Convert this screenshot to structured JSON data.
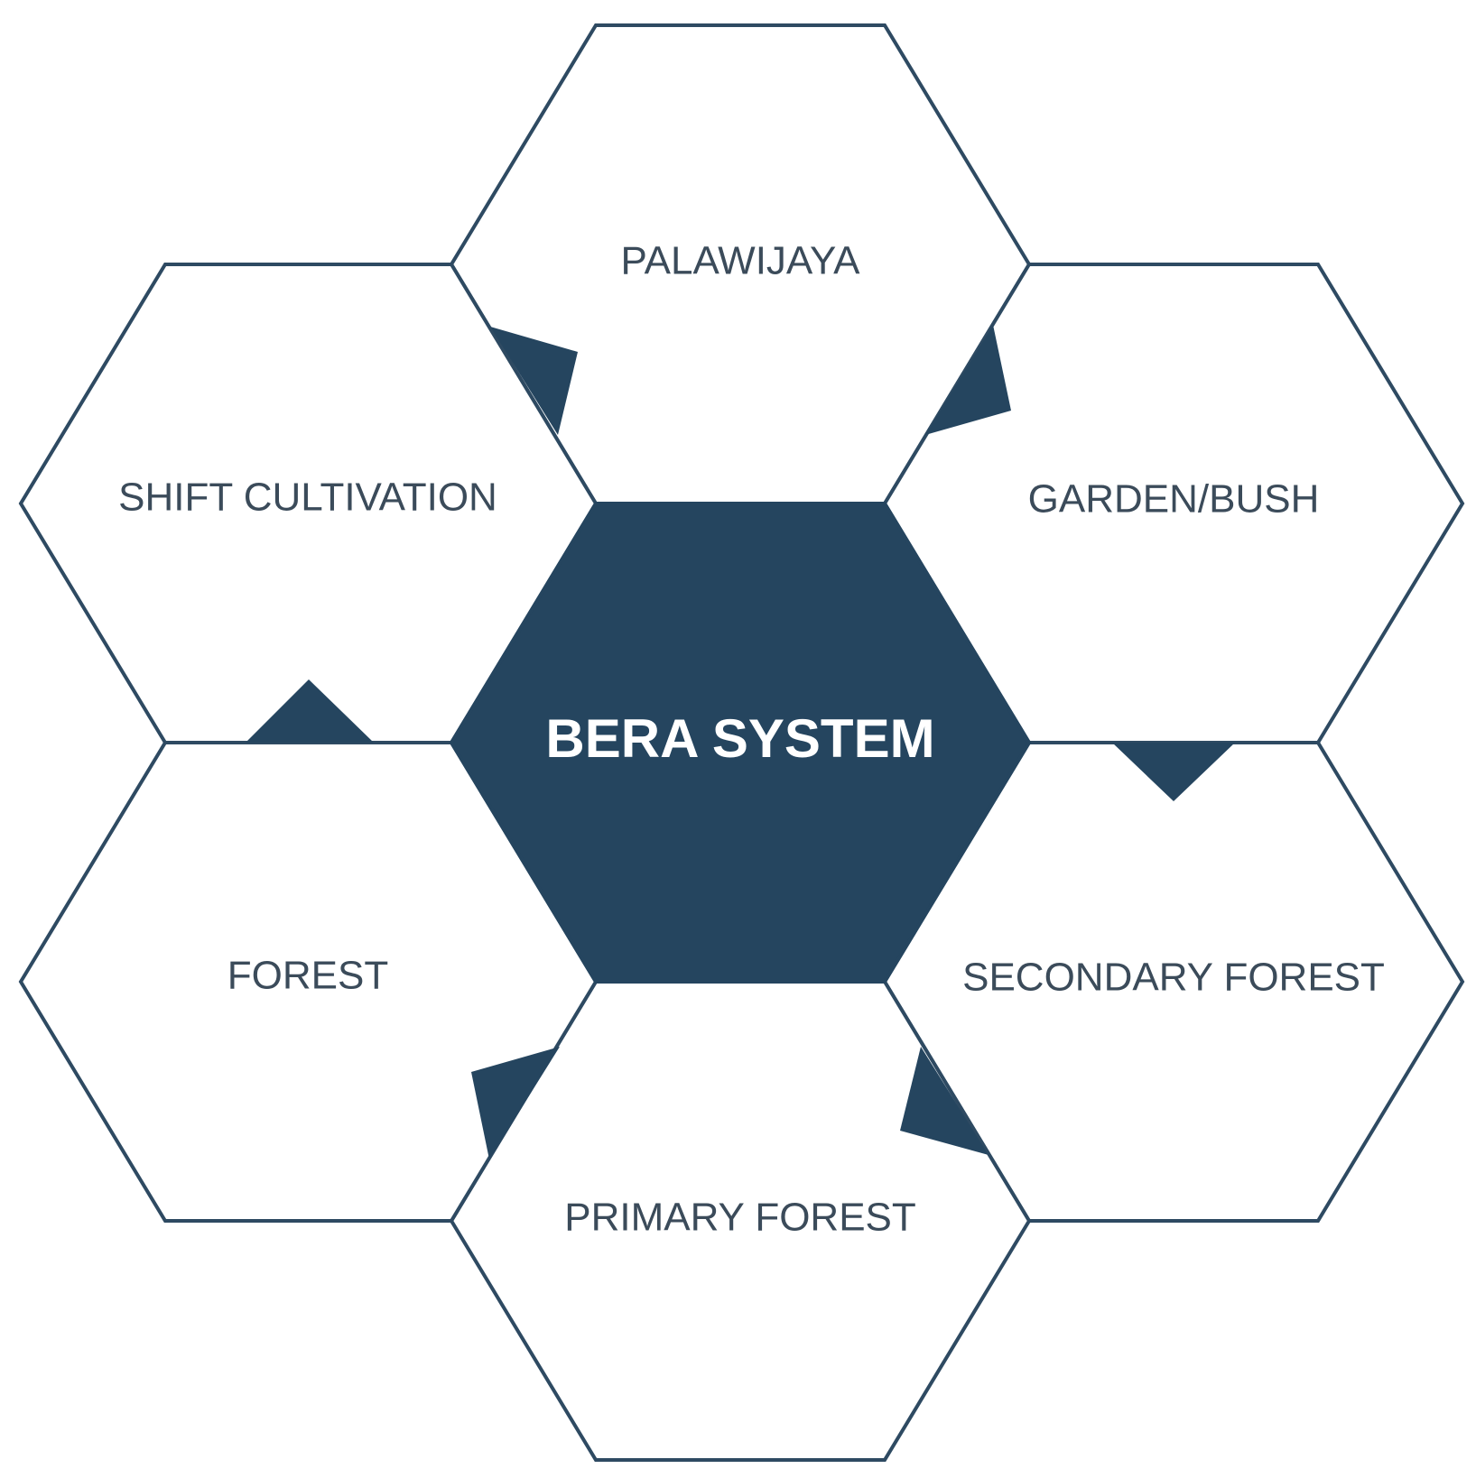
{
  "diagram": {
    "center": {
      "label": "BERA SYSTEM"
    },
    "nodes": [
      {
        "id": "palawijaya",
        "label": "PALAWIJAYA"
      },
      {
        "id": "garden-bush",
        "label": "GARDEN/BUSH"
      },
      {
        "id": "secondary-forest",
        "label": "SECONDARY FOREST"
      },
      {
        "id": "primary-forest",
        "label": "PRIMARY FOREST"
      },
      {
        "id": "forest",
        "label": "FOREST"
      },
      {
        "id": "shift-cultivation",
        "label": "SHIFT CULTIVATION"
      }
    ],
    "cycle_order": [
      "palawijaya",
      "garden-bush",
      "secondary-forest",
      "primary-forest",
      "forest",
      "shift-cultivation"
    ]
  },
  "colors": {
    "primary": "#25455f",
    "outline": "#2e4a62",
    "node_text": "#3b4b5a",
    "center_text": "#ffffff",
    "background": "#ffffff"
  }
}
